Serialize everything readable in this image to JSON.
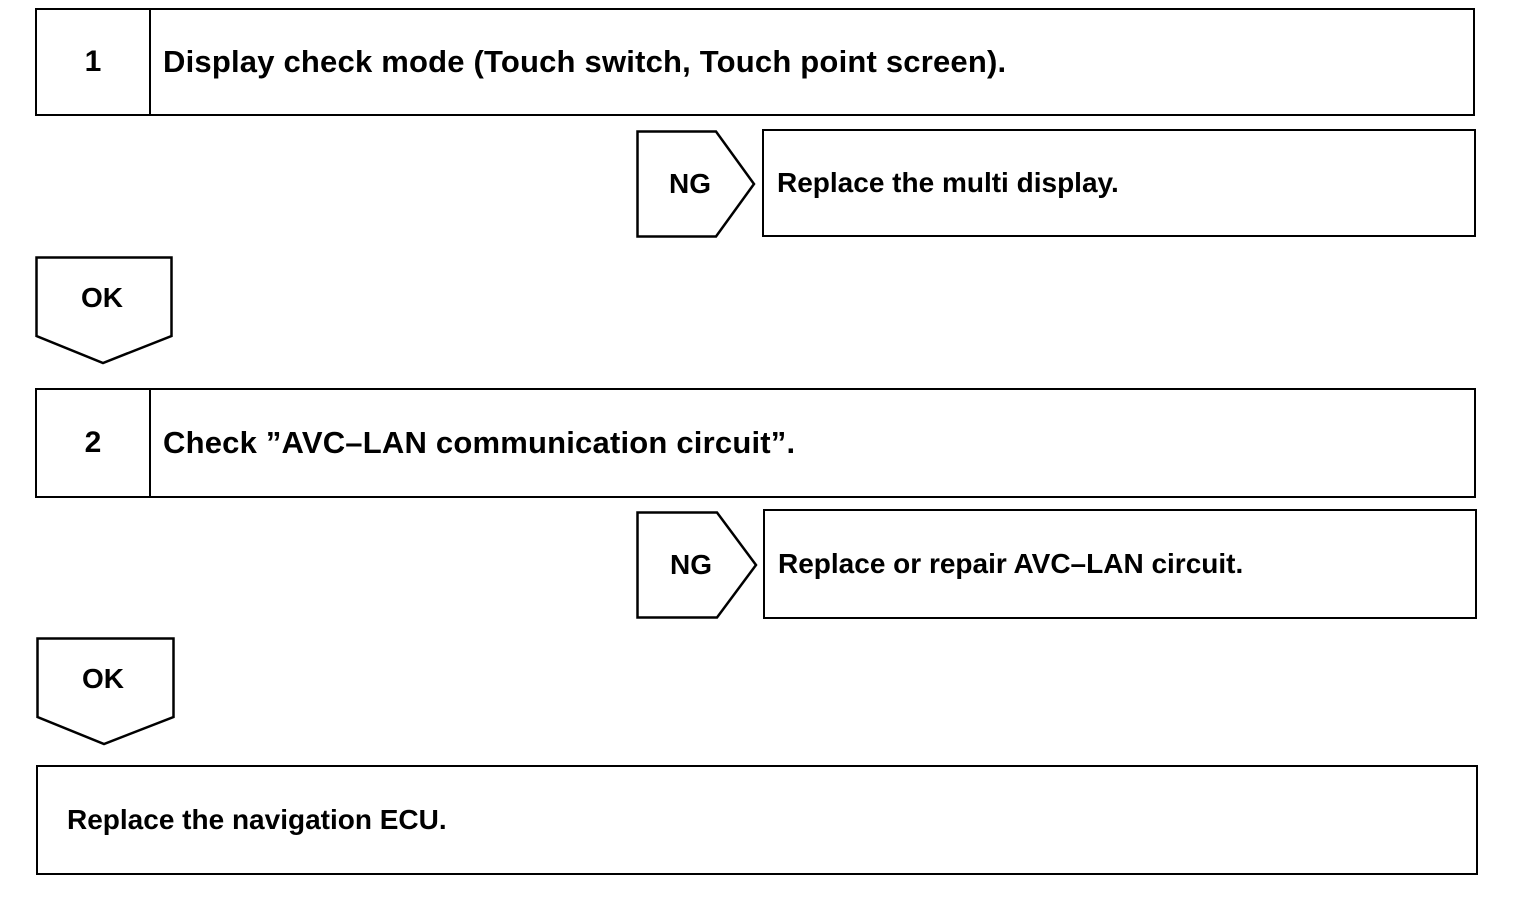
{
  "steps": [
    {
      "number": "1",
      "text": "Display check mode (Touch switch, Touch point screen).",
      "ng_label": "NG",
      "ng_action": "Replace the multi display.",
      "ok_label": "OK"
    },
    {
      "number": "2",
      "text": "Check ”AVC–LAN communication circuit”.",
      "ng_label": "NG",
      "ng_action": "Replace or repair AVC–LAN circuit.",
      "ok_label": "OK"
    }
  ],
  "final_action": "Replace the navigation ECU."
}
